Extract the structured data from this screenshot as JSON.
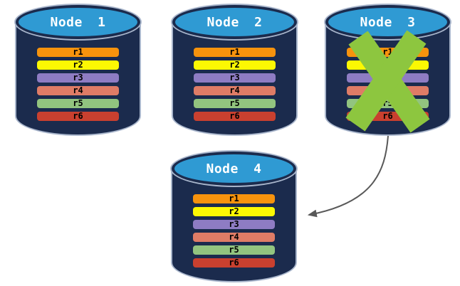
{
  "canvas": {
    "background": "#FFFFFF"
  },
  "nodes": [
    {
      "label": "Node 1",
      "status": "active"
    },
    {
      "label": "Node 2",
      "status": "active"
    },
    {
      "label": "Node 3",
      "status": "failed"
    },
    {
      "label": "Node 4",
      "status": "active"
    }
  ],
  "replicas": [
    {
      "label": "r1",
      "color": "#F7930D"
    },
    {
      "label": "r2",
      "color": "#FCF803"
    },
    {
      "label": "r3",
      "color": "#8E7CC3"
    },
    {
      "label": "r4",
      "color": "#DF7C66"
    },
    {
      "label": "r5",
      "color": "#92C47F"
    },
    {
      "label": "r6",
      "color": "#C9402F"
    }
  ],
  "colors": {
    "cylinder_body": "#1B2B4D",
    "cylinder_top": "#2F9AD3",
    "cylinder_edge": "#A9B6CC",
    "failure_x": "#8DC63F",
    "arrow": "#595959",
    "node_label": "#FFFFFF",
    "replica_label": "#000000"
  },
  "icons": {
    "failure_x": "green-x-mark",
    "arrowhead": "left-pointing-triangle"
  }
}
